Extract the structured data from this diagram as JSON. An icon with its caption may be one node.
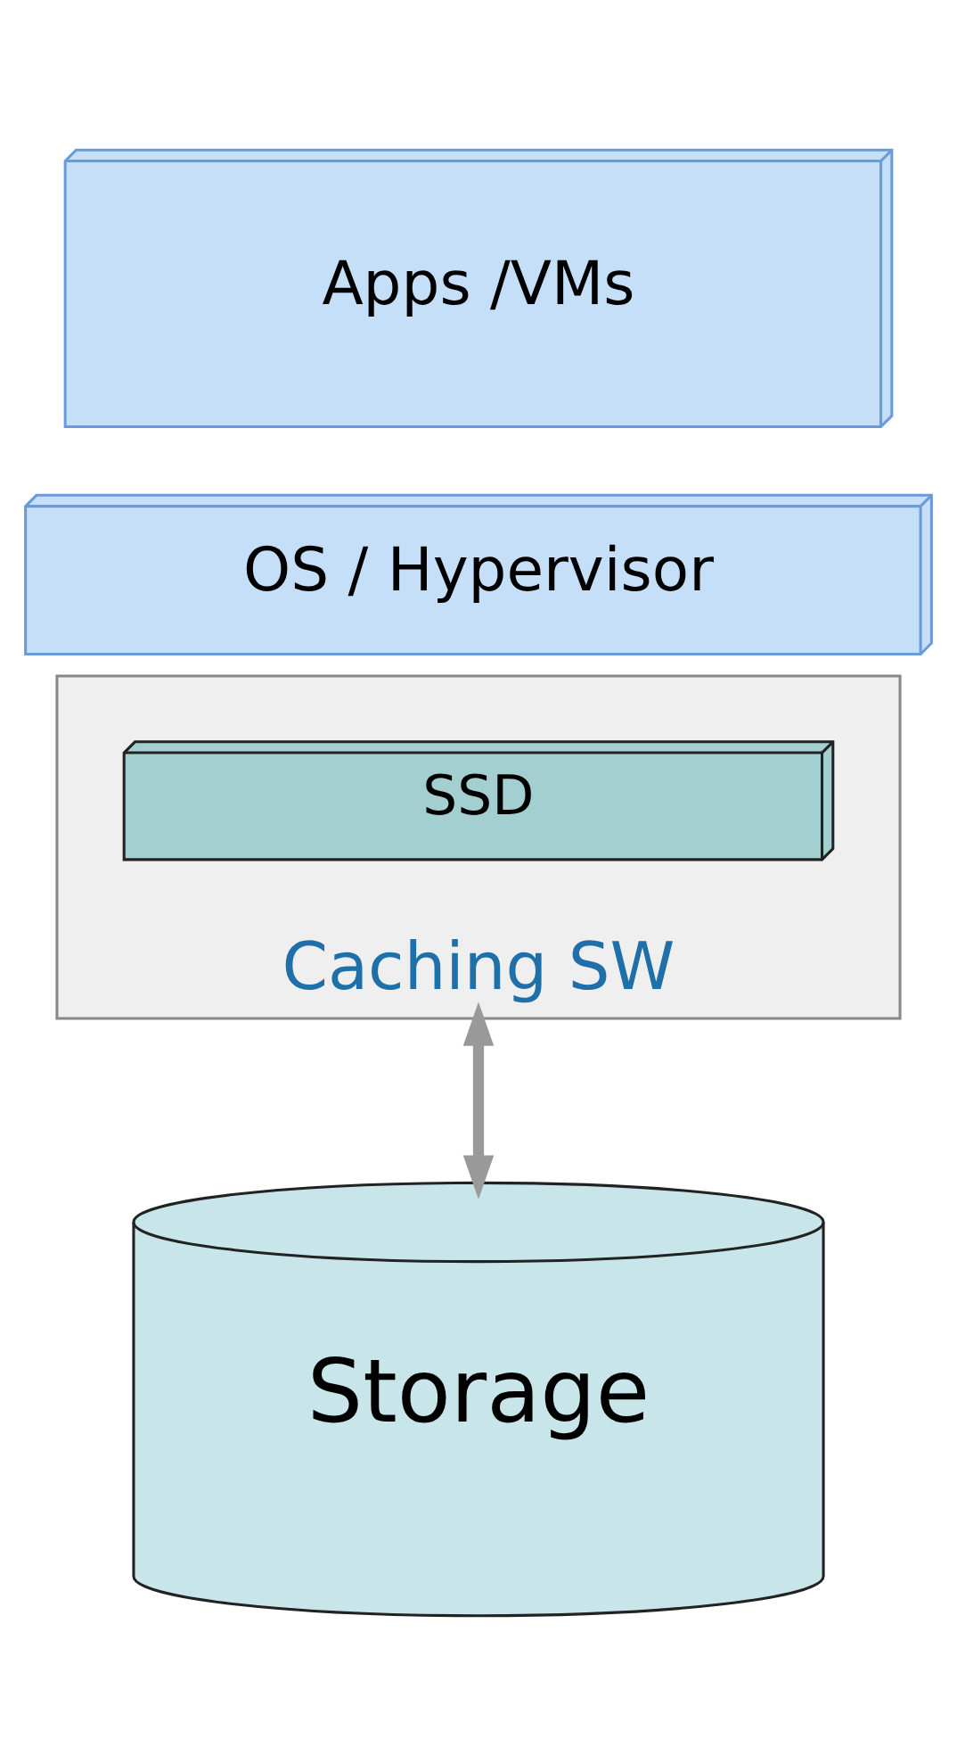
{
  "diagram": {
    "nodes": [
      {
        "text": [
          "Apps /VMs"
        ]
      },
      {
        "text": [
          "OS / Hypervisor"
        ]
      },
      {
        "text": [
          "Caching SW"
        ]
      },
      {
        "text": [
          "SSD"
        ],
        "in": 2
      },
      {
        "text": [
          "Storage"
        ]
      }
    ],
    "edges": [
      {
        "from": 2,
        "to": 4,
        "arrow": "both",
        "color": "#999999"
      }
    ]
  }
}
